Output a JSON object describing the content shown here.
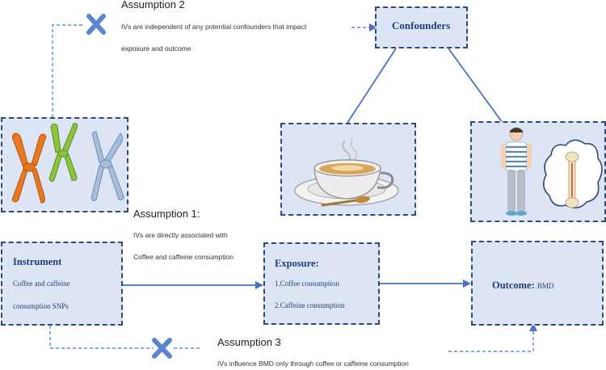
{
  "assumption2": {
    "title": "Assumption 2",
    "line1": "IVs are independent of any potential confounders that impact",
    "line2": "exposure and outcome"
  },
  "assumption1": {
    "title": "Assumption 1:",
    "line1": "IVs are directly associated with",
    "line2": "Coffee and caffeine consumption"
  },
  "assumption3": {
    "title": "Assumption 3",
    "line1": "IVs influence BMD only through coffee or caffeine consumption"
  },
  "confounders": {
    "label": "Confounders"
  },
  "instrument": {
    "title": "Instrument",
    "line1": "Coffee and caffeine",
    "line2": "consumption SNPs"
  },
  "exposure": {
    "title": "Exposure:",
    "item1": "1.Coffee consumption",
    "item2": "2.Caffeine consumption"
  },
  "outcome": {
    "title": "Outcome:",
    "value": "BMD"
  },
  "colors": {
    "box_fill": "#dde5f4",
    "box_border": "#2e4a7c",
    "arrow": "#4a72c4",
    "cross": "#5b86cf",
    "title_text": "#1f3f7a"
  }
}
